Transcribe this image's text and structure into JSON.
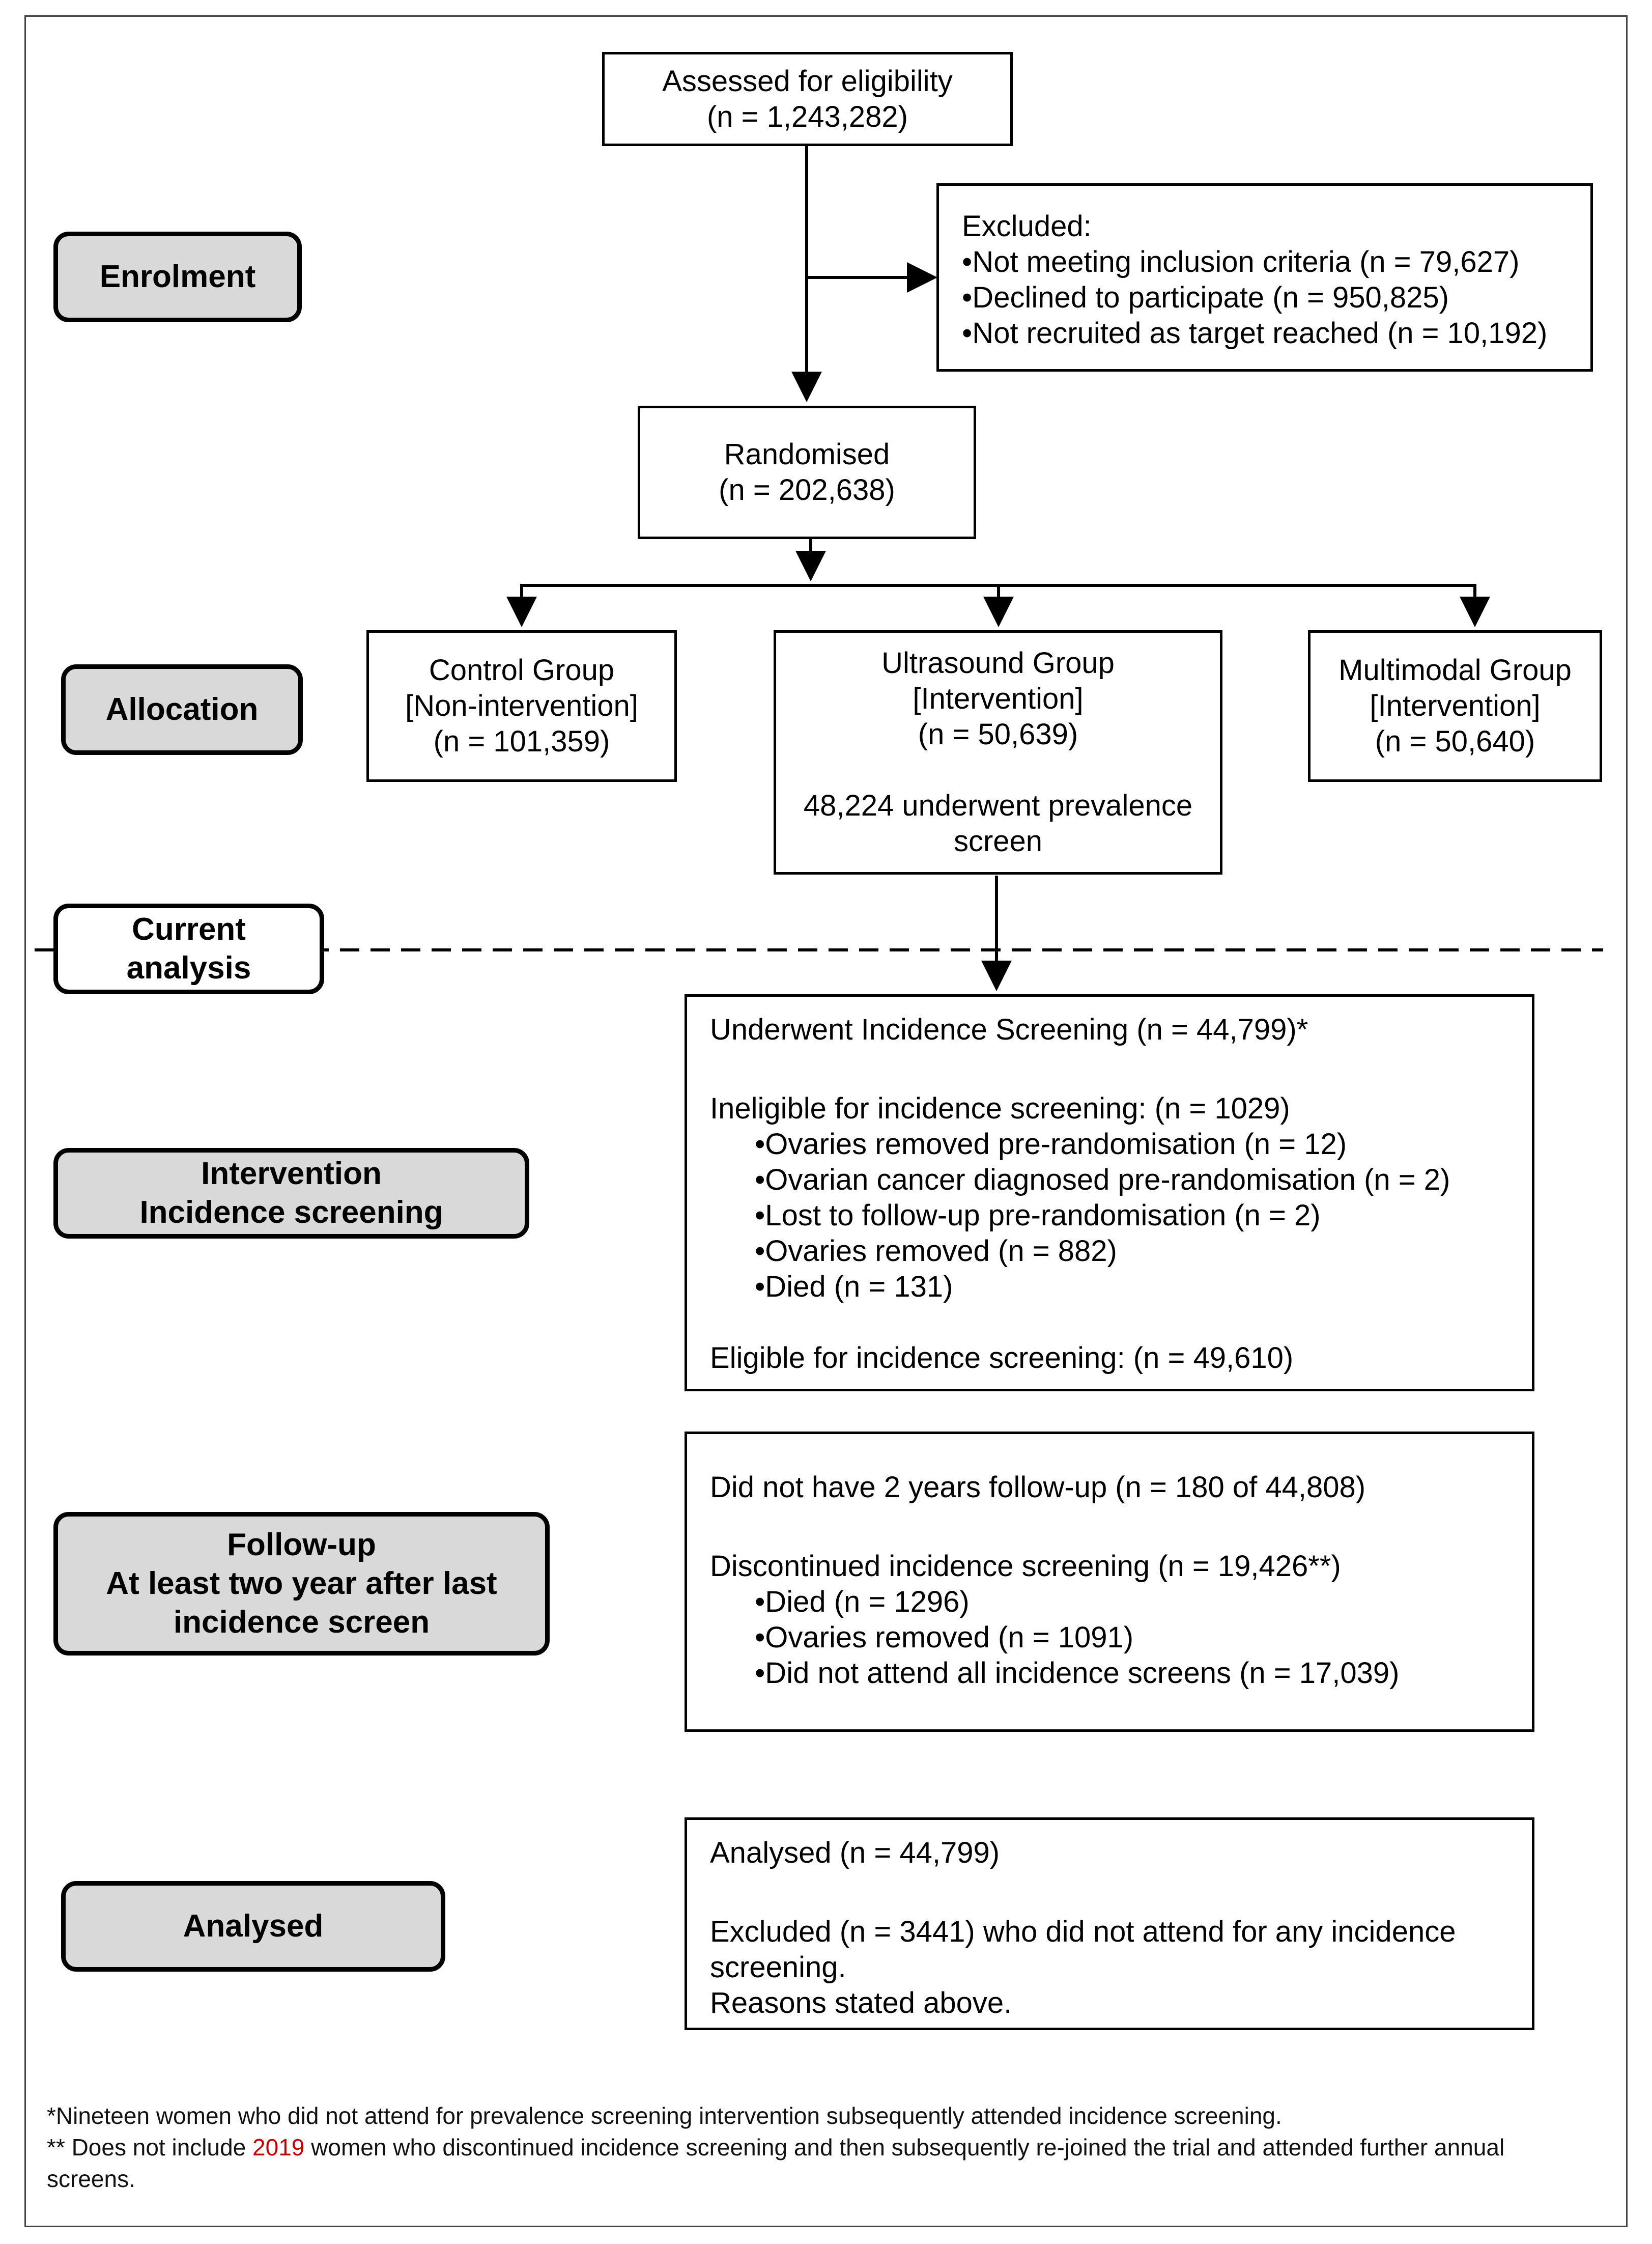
{
  "stages": {
    "enrolment": "Enrolment",
    "allocation": "Allocation",
    "current_1": "Current",
    "current_2": "analysis",
    "intervention_1": "Intervention",
    "intervention_2": "Incidence screening",
    "followup_1": "Follow-up",
    "followup_2": "At least two year after last",
    "followup_3": "incidence screen",
    "analysed": "Analysed"
  },
  "assessed": {
    "label": "Assessed for eligibility",
    "n": "(n = 1,243,282)"
  },
  "excluded": {
    "title": "Excluded:",
    "items": [
      "•Not meeting inclusion criteria (n = 79,627)",
      "•Declined to participate (n = 950,825)",
      "•Not recruited as target reached (n = 10,192)"
    ]
  },
  "randomised": {
    "label": "Randomised",
    "n": "(n = 202,638)"
  },
  "groups": {
    "control": {
      "line1": "Control Group",
      "line2": "[Non-intervention]",
      "n": "(n = 101,359)"
    },
    "ultrasound": {
      "line1": "Ultrasound Group",
      "line2": "[Intervention]",
      "n": "(n = 50,639)",
      "note1": "48,224 underwent prevalence",
      "note2": "screen"
    },
    "multimodal": {
      "line1": "Multimodal Group",
      "line2": "[Intervention]",
      "n": "(n = 50,640)"
    }
  },
  "incidence": {
    "underwent": "Underwent Incidence Screening (n = 44,799)*",
    "ineligible": "Ineligible for incidence screening: (n = 1029)",
    "items": [
      "•Ovaries removed pre-randomisation (n = 12)",
      "•Ovarian cancer diagnosed pre-randomisation (n = 2)",
      "•Lost to follow-up pre-randomisation (n = 2)",
      "•Ovaries removed (n = 882)",
      "•Died (n = 131)"
    ],
    "eligible": "Eligible for incidence screening: (n = 49,610)"
  },
  "followup": {
    "no_followup": "Did not have 2 years follow-up (n = 180 of 44,808)",
    "discontinued": "Discontinued incidence screening (n = 19,426**)",
    "items": [
      "•Died (n = 1296)",
      "•Ovaries removed (n = 1091)",
      "•Did not attend all incidence screens (n = 17,039)"
    ]
  },
  "analysed_box": {
    "analysed": "Analysed (n = 44,799)",
    "excluded_1": "Excluded (n = 3441) who did not attend for any incidence",
    "excluded_2": "screening.",
    "reasons": "Reasons stated above."
  },
  "footnotes": {
    "note1": "*Nineteen women who did not attend for prevalence screening intervention subsequently attended incidence screening.",
    "note2_pre": "** Does not include ",
    "note2_num": "2019",
    "note2_post": " women who discontinued incidence screening and then subsequently re-joined the trial and attended further annual",
    "note2_end": "screens."
  }
}
